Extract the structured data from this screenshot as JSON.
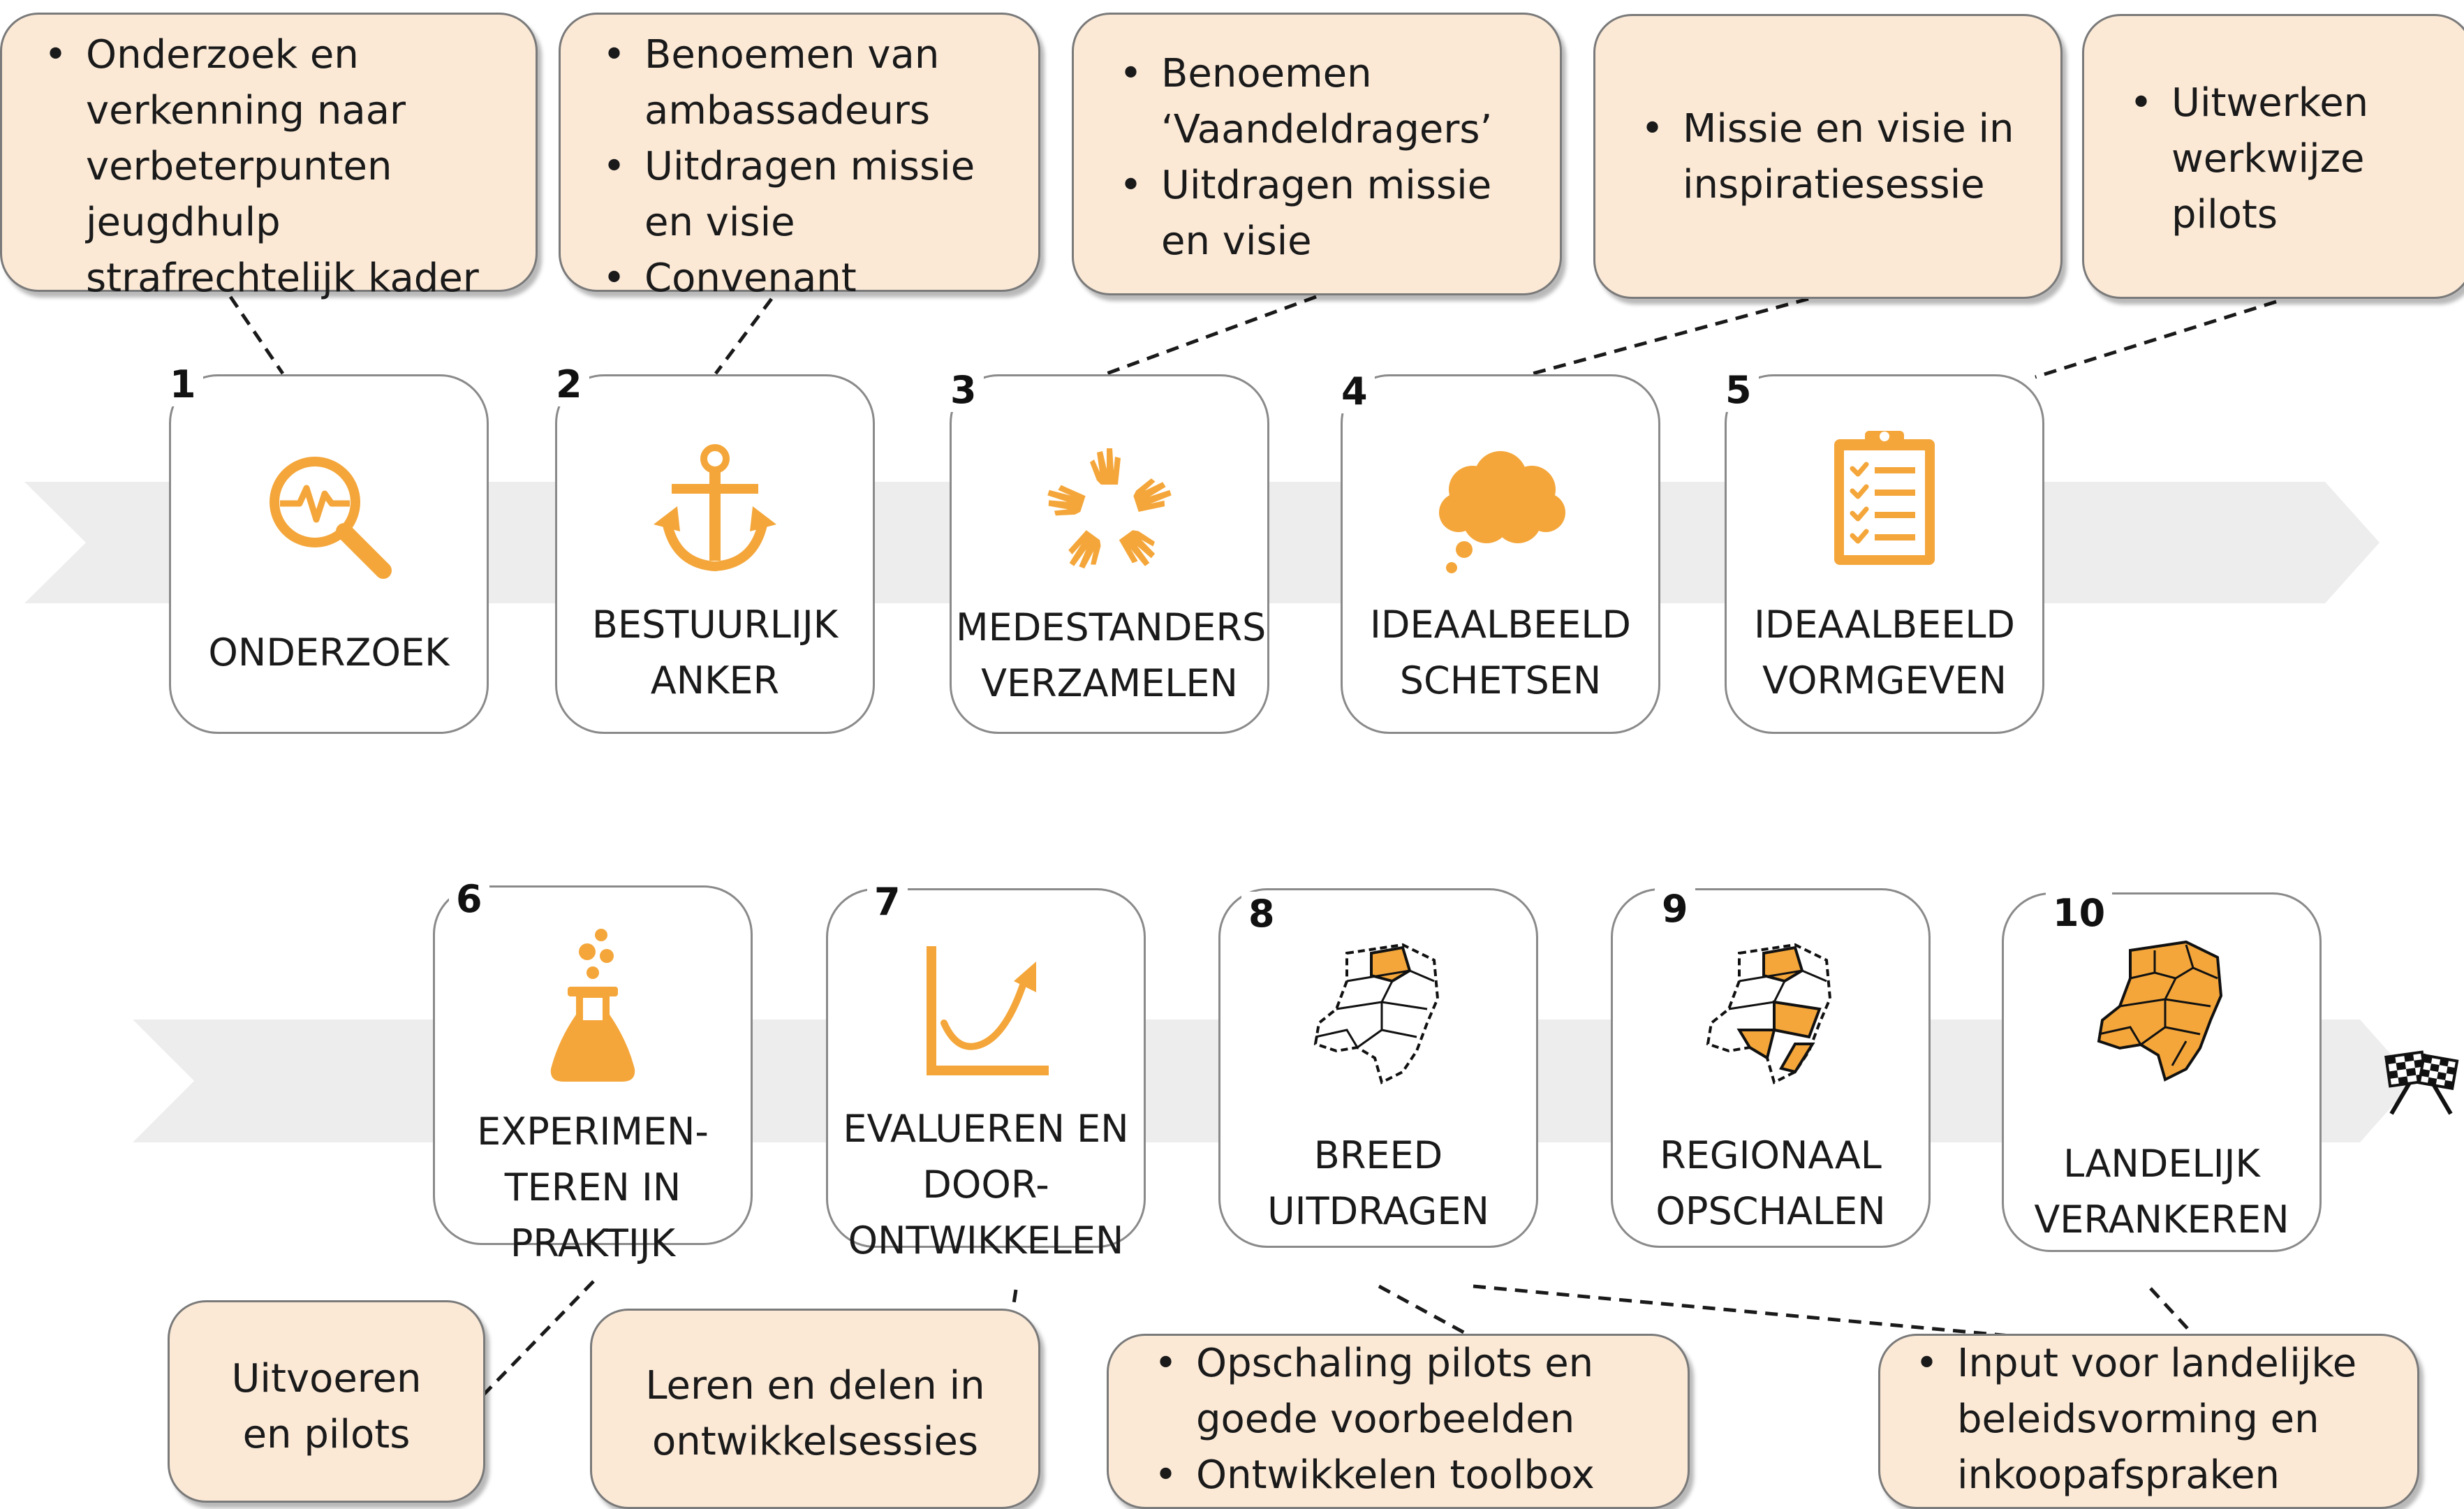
{
  "colors": {
    "accent": "#F4A63A",
    "note_fill": "#FBE9D6",
    "band": "#EDEDED"
  },
  "steps": [
    {
      "number": "1",
      "label_lines": [
        "ONDERZOEK"
      ],
      "icon": "magnifier-pulse-icon"
    },
    {
      "number": "2",
      "label_lines": [
        "BESTUURLIJK",
        "ANKER"
      ],
      "icon": "anchor-icon"
    },
    {
      "number": "3",
      "label_lines": [
        "MEDESTANDERS",
        "VERZAMELEN"
      ],
      "icon": "hands-circle-icon"
    },
    {
      "number": "4",
      "label_lines": [
        "IDEAALBEELD",
        "SCHETSEN"
      ],
      "icon": "thought-cloud-icon"
    },
    {
      "number": "5",
      "label_lines": [
        "IDEAALBEELD",
        "VORMGEVEN"
      ],
      "icon": "clipboard-checklist-icon"
    },
    {
      "number": "6",
      "label_lines": [
        "EXPERIMEN-",
        "TEREN IN",
        "PRAKTIJK"
      ],
      "icon": "flask-icon"
    },
    {
      "number": "7",
      "label_lines": [
        "EVALUEREN EN",
        "DOOR-",
        "ONTWIKKELEN"
      ],
      "icon": "growth-chart-icon"
    },
    {
      "number": "8",
      "label_lines": [
        "BREED",
        "UITDRAGEN"
      ],
      "icon": "netherlands-map-few-icon"
    },
    {
      "number": "9",
      "label_lines": [
        "REGIONAAL",
        "OPSCHALEN"
      ],
      "icon": "netherlands-map-some-icon"
    },
    {
      "number": "10",
      "label_lines": [
        "LANDELIJK",
        "VERANKEREN"
      ],
      "icon": "netherlands-map-full-icon"
    }
  ],
  "notes": [
    {
      "bullets": [
        "Onderzoek en verkenning naar verbeterpunten jeugdhulp strafrechtelijk kader"
      ]
    },
    {
      "bullets": [
        "Benoemen van ambassadeurs",
        "Uitdragen missie en visie",
        "Convenant"
      ]
    },
    {
      "bullets": [
        "Benoemen ‘Vaandeldragers’",
        "Uitdragen missie en visie"
      ]
    },
    {
      "bullets": [
        "Missie en visie in inspiratiesessie"
      ]
    },
    {
      "bullets": [
        "Uitwerken werkwijze pilots"
      ]
    },
    {
      "text_lines": [
        "Uitvoeren",
        "en pilots"
      ]
    },
    {
      "text_lines": [
        "Leren en delen in",
        "ontwikkelsessies"
      ]
    },
    {
      "bullets": [
        "Opschaling pilots en goede voorbeelden",
        "Ontwikkelen toolbox"
      ]
    },
    {
      "bullets": [
        "Input voor landelijke beleidsvorming en inkoopafspraken"
      ]
    }
  ],
  "finish_icon": "checkered-flags-icon"
}
